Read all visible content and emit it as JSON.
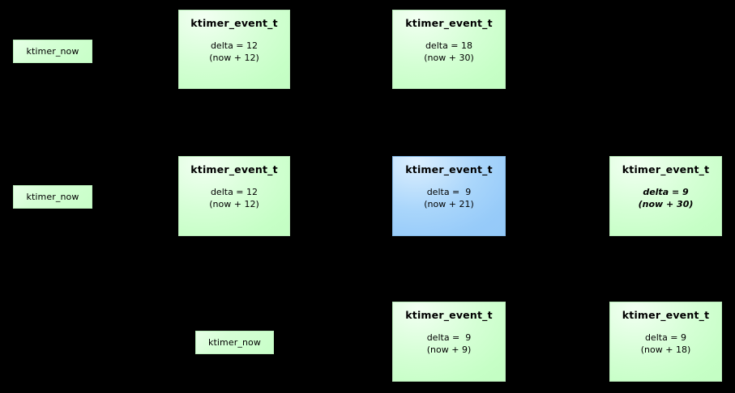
{
  "diagram": {
    "background_color": "#000000",
    "box_fill_green": "#ccffcc",
    "box_fill_blue": "#99ccf9",
    "box_border_green": "#b9e8b9",
    "box_border_blue": "#86bbe8",
    "text_color": "#000000",
    "rows": [
      {
        "id": "row-1",
        "now_label": "ktimer_now",
        "events": [
          {
            "id": "r1-e1",
            "title": "ktimer_event_t",
            "delta_line": "delta = 12",
            "now_line": "(now + 12)",
            "delta_value": 12,
            "absolute_value": 12,
            "fill": "green",
            "emphasis": false
          },
          {
            "id": "r1-e2",
            "title": "ktimer_event_t",
            "delta_line": "delta = 18",
            "now_line": "(now + 30)",
            "delta_value": 18,
            "absolute_value": 30,
            "fill": "green",
            "emphasis": false
          }
        ]
      },
      {
        "id": "row-2",
        "now_label": "ktimer_now",
        "events": [
          {
            "id": "r2-e1",
            "title": "ktimer_event_t",
            "delta_line": "delta = 12",
            "now_line": "(now + 12)",
            "delta_value": 12,
            "absolute_value": 12,
            "fill": "green",
            "emphasis": false
          },
          {
            "id": "r2-e2",
            "title": "ktimer_event_t",
            "delta_line": "delta =  9",
            "now_line": "(now + 21)",
            "delta_value": 9,
            "absolute_value": 21,
            "fill": "blue",
            "emphasis": false
          },
          {
            "id": "r2-e3",
            "title": "ktimer_event_t",
            "delta_line": "delta = 9",
            "now_line": "(now + 30)",
            "delta_value": 9,
            "absolute_value": 30,
            "fill": "green",
            "emphasis": true
          }
        ]
      },
      {
        "id": "row-3",
        "now_label": "ktimer_now",
        "events": [
          {
            "id": "r3-e1",
            "title": "ktimer_event_t",
            "delta_line": "delta =  9",
            "now_line": "(now + 9)",
            "delta_value": 9,
            "absolute_value": 9,
            "fill": "green",
            "emphasis": false
          },
          {
            "id": "r3-e2",
            "title": "ktimer_event_t",
            "delta_line": "delta = 9",
            "now_line": "(now + 18)",
            "delta_value": 9,
            "absolute_value": 18,
            "fill": "green",
            "emphasis": false
          }
        ]
      }
    ]
  }
}
